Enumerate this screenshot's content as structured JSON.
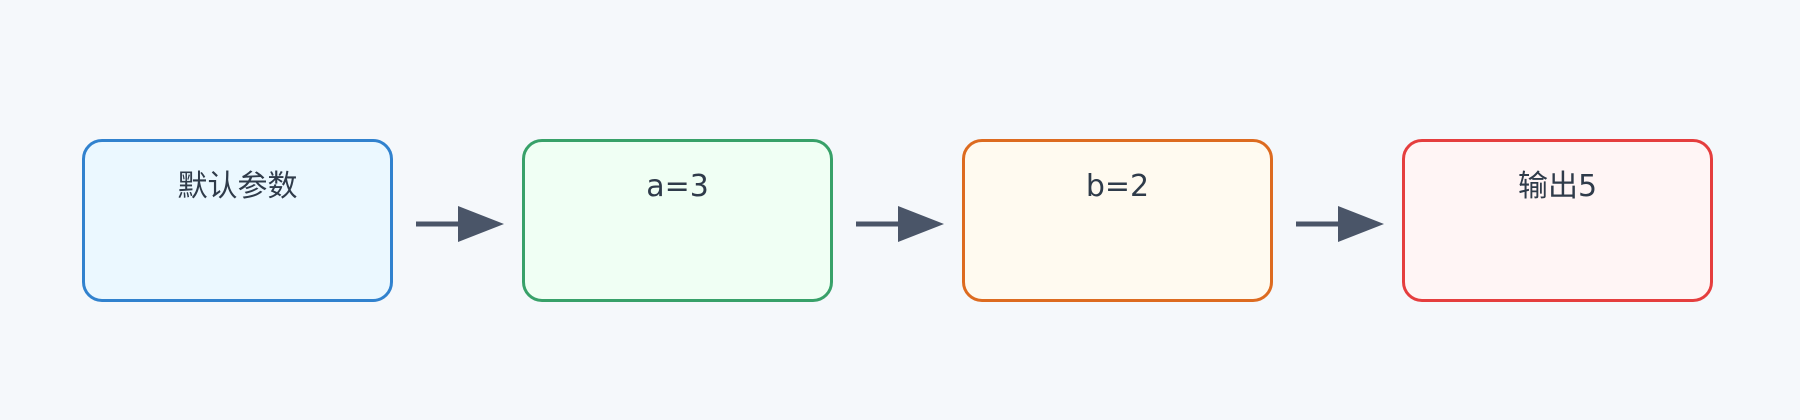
{
  "diagram": {
    "nodes": [
      {
        "label": "默认参数",
        "border": "#3182ce",
        "fill": "#ebf8ff"
      },
      {
        "label": "a=3",
        "border": "#38a169",
        "fill": "#f0fff4"
      },
      {
        "label": "b=2",
        "border": "#dd6b20",
        "fill": "#fffaf0"
      },
      {
        "label": "输出5",
        "border": "#e53e3e",
        "fill": "#fff5f5"
      }
    ],
    "arrow_color": "#4a5568",
    "background": "#f5f8fb"
  }
}
